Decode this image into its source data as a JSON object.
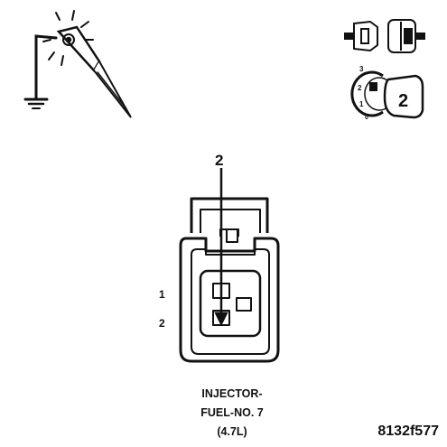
{
  "colors": {
    "ink": "#111111",
    "paper": "#ffffff"
  },
  "test_light": {
    "icon": "test-light-probe-icon"
  },
  "harness_connector": {
    "icon": "harness-connector-plug-icon"
  },
  "key_position": {
    "icon": "ignition-key-icon",
    "scale_labels": [
      "3",
      "2",
      "1",
      "0"
    ],
    "selected": "2"
  },
  "connector": {
    "probe_cavity": "2",
    "pin_labels": [
      "1",
      "2"
    ],
    "caption_line1": "INJECTOR-",
    "caption_line2": "FUEL-NO. 7",
    "caption_line3": "(4.7L)"
  },
  "figure_id": "8132f577"
}
